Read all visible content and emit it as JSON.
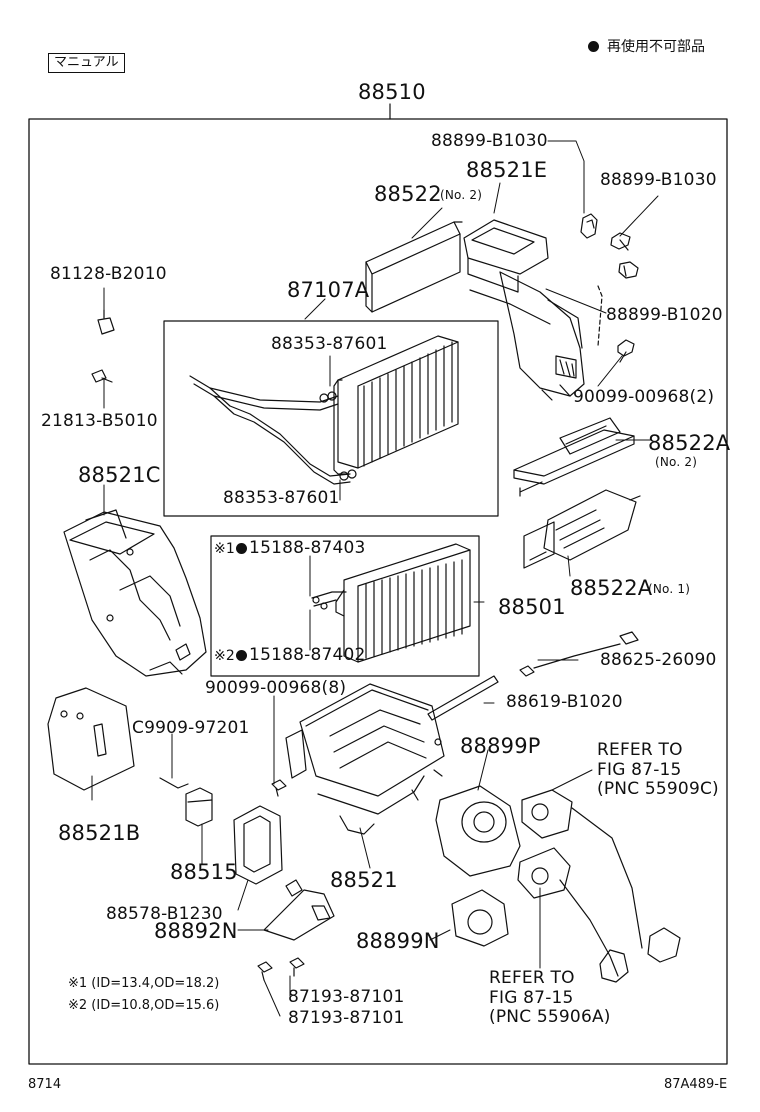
{
  "header": {
    "manual_tag": "マニュアル",
    "legend_text": "再使用不可部品",
    "assembly_number": "88510"
  },
  "labels": {
    "p88899_b1030_top": "88899-B1030",
    "p88521E": "88521E",
    "p88899_b1030_right": "88899-B1030",
    "p88522": "88522",
    "p88522_no": "(No. 2)",
    "p87107A": "87107A",
    "p81128": "81128-B2010",
    "p88899_b1020": "88899-B1020",
    "p88353_a": "88353-87601",
    "p90099_2": "90099-00968(2)",
    "p21813": "21813-B5010",
    "p88522A_top": "88522A",
    "p88522A_top_no": "(No. 2)",
    "p88353_b": "88353-87601",
    "p88521C": "88521C",
    "p15188_403": "15188-87403",
    "p15188_403_prefix": "※1",
    "p88522A_bot": "88522A",
    "p88522A_bot_no": "(No. 1)",
    "p88501": "88501",
    "p15188_402": "15188-87402",
    "p15188_402_prefix": "※2",
    "p88625": "88625-26090",
    "p90099_8": "90099-00968(8)",
    "p88619": "88619-B1020",
    "pC9909": "C9909-97201",
    "p88899P": "88899P",
    "refer1_l1": "REFER TO",
    "refer1_l2": "FIG 87-15",
    "refer1_l3": "(PNC 55909C)",
    "p88521B": "88521B",
    "p88515": "88515",
    "p88521": "88521",
    "p88578": "88578-B1230",
    "p88892N": "88892N",
    "p88899N": "88899N",
    "refer2_l1": "REFER TO",
    "refer2_l2": "FIG 87-15",
    "refer2_l3": "(PNC 55906A)",
    "p87193_a": "87193-87101",
    "p87193_b": "87193-87101"
  },
  "footnotes": {
    "n1": "※1 (ID=13.4,OD=18.2)",
    "n2": "※2 (ID=10.8,OD=15.6)"
  },
  "footer": {
    "page_left": "8714",
    "figure_id": "87A489-E"
  }
}
